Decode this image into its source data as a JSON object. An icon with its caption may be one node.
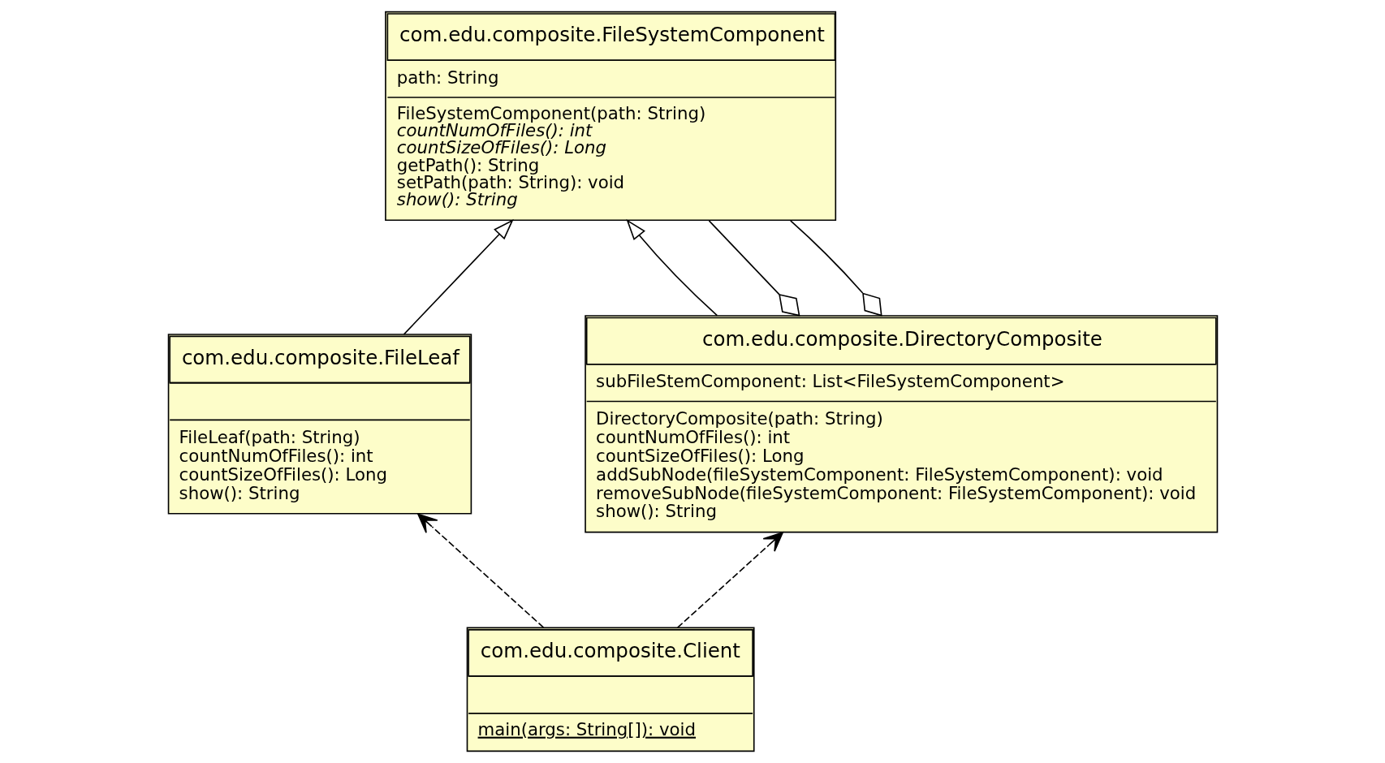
{
  "diagram": {
    "nodes": [
      {
        "text": [
          "com.edu.composite.FileSystemComponent",
          "path: String",
          "FileSystemComponent(path: String)",
          "countNumOfFiles(): int",
          "countSizeOfFiles(): Long",
          "getPath(): String",
          "setPath(path: String): void",
          "show(): String"
        ]
      },
      {
        "text": [
          "com.edu.composite.FileLeaf",
          "FileLeaf(path: String)",
          "countNumOfFiles(): int",
          "countSizeOfFiles(): Long",
          "show(): String"
        ]
      },
      {
        "text": [
          "com.edu.composite.DirectoryComposite",
          "subFileStemComponent: List<FileSystemComponent>",
          "DirectoryComposite(path: String)",
          "countNumOfFiles(): int",
          "countSizeOfFiles(): Long",
          "addSubNode(fileSystemComponent: FileSystemComponent): void",
          "removeSubNode(fileSystemComponent: FileSystemComponent): void",
          "show(): String"
        ]
      },
      {
        "text": [
          "com.edu.composite.Client",
          "main(args: String[]): void"
        ]
      }
    ],
    "edges": [
      {
        "from": 1,
        "to": 0,
        "arrow": "to"
      },
      {
        "from": 2,
        "to": 0,
        "arrow": "to"
      },
      {
        "from": 0,
        "to": 2,
        "arrow": "other"
      },
      {
        "from": 0,
        "to": 2,
        "arrow": "other"
      },
      {
        "from": 3,
        "to": 1,
        "arrow": "to",
        "style": "dashed"
      },
      {
        "from": 3,
        "to": 2,
        "arrow": "to",
        "style": "dashed"
      }
    ]
  }
}
